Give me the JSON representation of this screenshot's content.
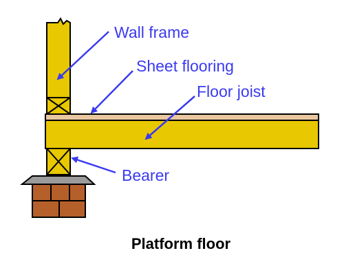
{
  "diagram": {
    "caption": "Platform floor",
    "labels": {
      "wall_frame": "Wall frame",
      "sheet_flooring": "Sheet flooring",
      "floor_joist": "Floor joist",
      "bearer": "Bearer"
    },
    "colors": {
      "timber": "#e8c800",
      "sheet": "#e9c7a0",
      "brick": "#b5602b",
      "cap": "#9b9b9b",
      "callout": "#3a3af0",
      "outline": "#000000"
    }
  }
}
